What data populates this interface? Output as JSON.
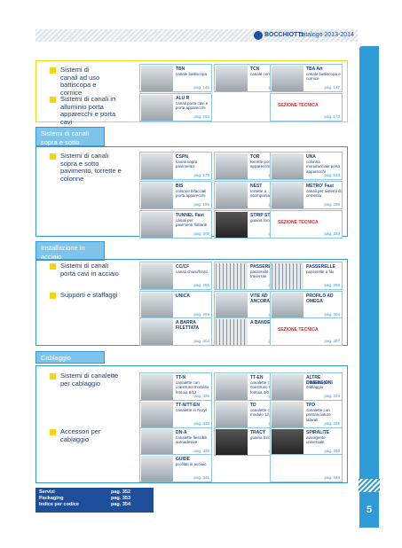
{
  "header": {
    "brand": "BOCCHIOTTI",
    "catalog": "catalogo 2013-2014"
  },
  "page_number": "5",
  "sections": [
    {
      "id": "s1",
      "title": "",
      "labels": [
        "Sistemi di canali ad uso battiscopa e cornice",
        "Sistemi di canali in alluminio porta apparecchi e porta cavi"
      ]
    },
    {
      "id": "s2",
      "title": "Sistemi di canali sopra e sotto pavimento",
      "labels": [
        "Sistemi di canali sopra e sotto pavimento, torrette e colonne"
      ]
    },
    {
      "id": "s3",
      "title": "Installazione in acciaio",
      "labels": [
        "Sistemi di canali porta cavi in acciaio",
        "Supporti e staffaggi"
      ]
    },
    {
      "id": "s4",
      "title": "Cablaggio",
      "labels": [
        "Sistemi di canalette per cablaggio",
        "Accessori per cablaggio"
      ]
    }
  ],
  "products": [
    {
      "name": "TBN",
      "desc": "canale battiscopa",
      "pg": "pag. 146"
    },
    {
      "name": "TCN",
      "desc": "canale cornice",
      "pg": "pag. 146"
    },
    {
      "name": "TBA Art",
      "desc": "canale battiscopa e cornice",
      "pg": "pag. 147"
    },
    {
      "name": "ALU R",
      "desc": "canali porta cavi e porta apparecchi",
      "pg": "pag. 163"
    },
    {
      "name": "CSPN",
      "desc": "canali sopra pavimento",
      "pg": "pag. 178"
    },
    {
      "name": "TOR",
      "desc": "torrette porta apparecchi",
      "pg": "pag. 181"
    },
    {
      "name": "UNA",
      "desc": "colonna monofacciale porta apparecchi",
      "pg": "pag. 183"
    },
    {
      "name": "BIS",
      "desc": "colonne bifacciali porta apparecchi",
      "pg": "pag. 195"
    },
    {
      "name": "NEST",
      "desc": "torrette a scomparsa",
      "pg": "pag. 202"
    },
    {
      "name": "METRO' Fast",
      "desc": "canali per sistemi di cemento",
      "pg": "pag. 208"
    },
    {
      "name": "TUNNEL Fast",
      "desc": "canali per pavimenti flottanti",
      "pg": "pag. 209"
    },
    {
      "name": "STRIP STRAP",
      "desc": "guaina raccoglicavi",
      "pg": "pag. 220"
    },
    {
      "name": "CC/CF",
      "desc": "canali chiusi/forati",
      "pg": "pag. 255"
    },
    {
      "name": "PASSERELLE",
      "desc": "passerelle a traversini",
      "pg": "pag. 285"
    },
    {
      "name": "PASSERELLE",
      "desc": "passerelle a filo",
      "pg": "pag. 295"
    },
    {
      "name": "UNICA",
      "desc": "",
      "pg": "pag. 299"
    },
    {
      "name": "VITE AD ANCORA",
      "desc": "",
      "pg": "pag. 302"
    },
    {
      "name": "PROFILO AD OMEGA",
      "desc": "",
      "pg": "pag. 304"
    },
    {
      "name": "A BARRA FILETTATA",
      "desc": "",
      "pg": "pag. 304"
    },
    {
      "name": "A BANDELLA",
      "desc": "",
      "pg": "pag. 305"
    },
    {
      "name": "TT-N",
      "desc": "canalette con coestruso morbido feritoia 8/12",
      "pg": "pag. 326"
    },
    {
      "name": "TT-EN",
      "desc": "canalette con coestruso morbido feritoia 4/6",
      "pg": "pag. 327"
    },
    {
      "name": "ALTRE DIMENSIONI",
      "desc": "canalette per cablaggio",
      "pg": "pag. 329"
    },
    {
      "name": "TT-N/TT-EN",
      "desc": "canalette in Noryl",
      "pg": "pag. 332"
    },
    {
      "name": "TD",
      "desc": "canalette con modulo 12,5",
      "pg": "pag. 334"
    },
    {
      "name": "TPD",
      "desc": "canalette con pretranciature laterali",
      "pg": "pag. 335"
    },
    {
      "name": "DN-A",
      "desc": "canalette flessibili autoadesive",
      "pg": "pag. 338"
    },
    {
      "name": "TRACY",
      "desc": "guaina trecciata",
      "pg": "pag. 339"
    },
    {
      "name": "SPIRALITE",
      "desc": "avvolgente universale",
      "pg": "pag. 340"
    },
    {
      "name": "GUIDE",
      "desc": "profilati in acciaio",
      "pg": "pag. 341"
    }
  ],
  "tecnica": [
    {
      "t": "SEZIONE TECNICA",
      "pg": "pag. 173"
    },
    {
      "t": "SEZIONE TECNICA",
      "pg": "pag. 223"
    },
    {
      "t": "SEZIONE TECNICA",
      "pg": "pag. 307"
    },
    {
      "t": "",
      "pg": "pag. 344"
    }
  ],
  "bottom": [
    {
      "label": "Servizi",
      "pg": "pag. 352"
    },
    {
      "label": "Packaging",
      "pg": "pag. 353"
    },
    {
      "label": "Indice per codice",
      "pg": "pag. 354"
    }
  ]
}
